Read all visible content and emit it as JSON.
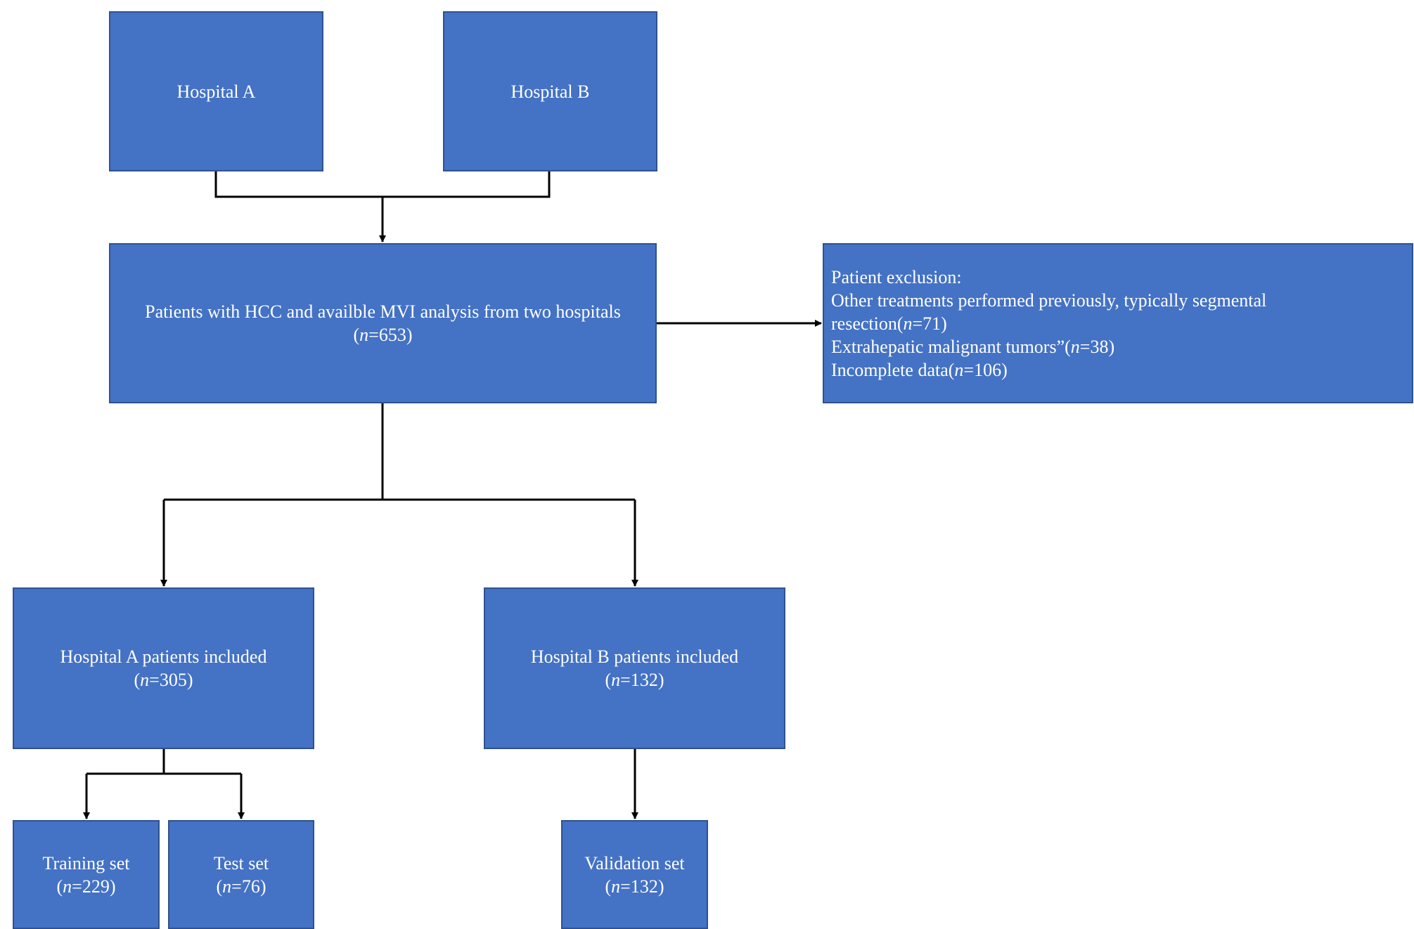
{
  "hospital_a": {
    "label": "Hospital A"
  },
  "hospital_b": {
    "label": "Hospital B"
  },
  "patients_all": {
    "line1": "Patients with HCC and availble MVI analysis from two hospitals",
    "n_prefix": "(",
    "n_letter": "n",
    "n_value": "=653)"
  },
  "exclusion": {
    "title": "Patient exclusion:",
    "item1_line1": "Other treatments performed previously, typically segmental",
    "item1_line2_prefix": "resection(",
    "item1_n": "n",
    "item1_line2_suffix": "=71)",
    "item2_prefix": "Extrahepatic malignant tumors”(",
    "item2_n": "n",
    "item2_suffix": "=38)",
    "item3_prefix": "Incomplete data(",
    "item3_n": "n",
    "item3_suffix": "=106)"
  },
  "hospital_a_included": {
    "line1": "Hospital A patients included",
    "n_prefix": "(",
    "n_letter": "n",
    "n_value": "=305)"
  },
  "hospital_b_included": {
    "line1": "Hospital B patients included",
    "n_prefix": "(",
    "n_letter": "n",
    "n_value": "=132)"
  },
  "training_set": {
    "line1": "Training set",
    "n_prefix": "(",
    "n_letter": "n",
    "n_value": "=229)"
  },
  "test_set": {
    "line1": "Test set",
    "n_prefix": "(",
    "n_letter": "n",
    "n_value": "=76)"
  },
  "validation_set": {
    "line1": "Validation set",
    "n_prefix": "(",
    "n_letter": "n",
    "n_value": "=132)"
  },
  "colors": {
    "box_fill": "#4472c4",
    "box_border": "#2f528f",
    "text": "#ffffff",
    "connector": "#000000"
  }
}
